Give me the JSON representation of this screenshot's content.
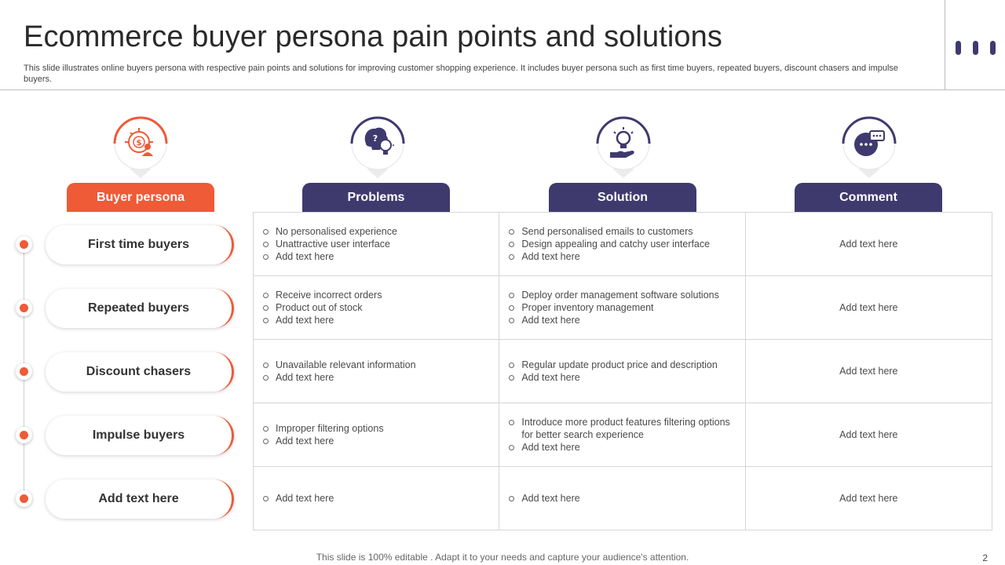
{
  "title": "Ecommerce buyer persona pain points and solutions",
  "subtitle": "This slide illustrates online buyers persona with respective pain points and solutions for improving customer shopping experience. It includes buyer persona such as first time buyers, repeated buyers, discount chasers and impulse buyers.",
  "columns": [
    {
      "label": "Buyer persona",
      "icon": "dollar-target-person-icon"
    },
    {
      "label": "Problems",
      "icon": "brain-question-bulb-icon"
    },
    {
      "label": "Solution",
      "icon": "hand-bulb-icon"
    },
    {
      "label": "Comment",
      "icon": "chat-bubbles-icon"
    }
  ],
  "rows": [
    {
      "persona": "First time buyers",
      "problems": [
        "No personalised experience",
        "Unattractive user interface",
        "Add text here"
      ],
      "solutions": [
        "Send personalised emails to customers",
        "Design appealing and catchy user interface",
        "Add text here"
      ],
      "comment": "Add text here"
    },
    {
      "persona": "Repeated buyers",
      "problems": [
        "Receive incorrect orders",
        "Product out of stock",
        "Add text here"
      ],
      "solutions": [
        "Deploy order management software solutions",
        "Proper inventory management",
        "Add text here"
      ],
      "comment": "Add text here"
    },
    {
      "persona": "Discount chasers",
      "problems": [
        "Unavailable relevant information",
        "Add text here"
      ],
      "solutions": [
        "Regular update product price and description",
        "Add text here"
      ],
      "comment": "Add text here"
    },
    {
      "persona": "Impulse buyers",
      "problems": [
        "Improper filtering options",
        "Add text here"
      ],
      "solutions": [
        "Introduce more product features filtering options for better search experience",
        "Add text here"
      ],
      "comment": "Add text here"
    },
    {
      "persona": "Add text here",
      "problems": [
        "Add text here"
      ],
      "solutions": [
        "Add text here"
      ],
      "comment": "Add text here"
    }
  ],
  "footer": "This slide is 100% editable . Adapt it to your needs and capture your audience's attention.",
  "page_number": "2",
  "colors": {
    "accent": "#ef5a37",
    "navy": "#3f3a6e",
    "border": "#d6d6d6"
  }
}
